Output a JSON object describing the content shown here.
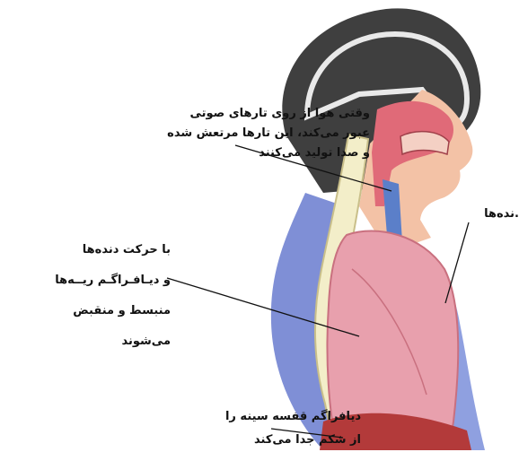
{
  "labels": {
    "vocal_cords": [
      "وقتی هوا از روی تارهای صوتی",
      "عبور می‌کند، این تارها مرتعش شده",
      "و صدا تولید می‌کنند"
    ],
    "lungs": [
      "با حرکت دنده‌ها",
      "و دیـافـراگـم ریــه‌ها",
      "منبسط و منقبض",
      "می‌شوند"
    ],
    "diaphragm": [
      "دیافراگم قفسه سینه را",
      "از شکم جدا می‌کند"
    ],
    "ribs": ".نده‌ها"
  },
  "colors": {
    "hair": "#3f3f3f",
    "skin": "#f3c2a6",
    "lung": "#e8a0ad",
    "lung_dark": "#c9707f",
    "spine": "#f3eec9",
    "back_blue": "#7f8fd6",
    "trachea": "#5b7fc9",
    "diaphragm_red": "#b33a3a"
  }
}
